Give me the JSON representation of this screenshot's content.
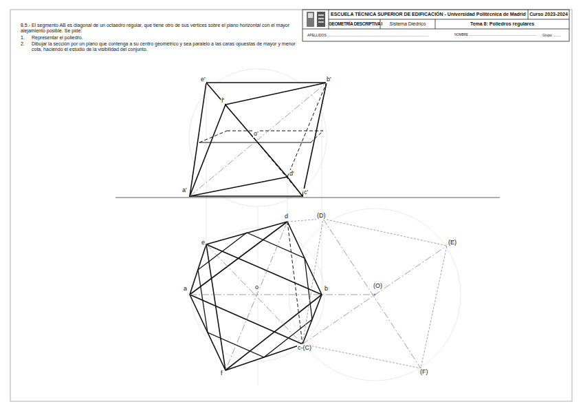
{
  "diagram": {
    "labels": [
      "8.5.- El segmento AB es diagonal de un octaedro regular, que tiene otro de sus vértices sobre el plano horizontal con el mayor alejamiento posible. Se pide:",
      "1.",
      "Representar el poliedro.",
      "2.",
      "Dibujar la sección por un plano que contenga a su centro geométrico y sea paralelo a las caras opuestas de mayor y menor cota, haciendo el estudio de la visibilidad del conjunto.",
      "ESCUELA TÉCNICA SUPERIOR DE EDIFICACIÓN - Universidad Politécnica de Madrid",
      "Curso 2023-2024",
      "GEOMETRÍA DESCRIPTIVA I",
      "Sistema Diédrico",
      "Tema 8: Poliedros regulares",
      "APELLIDOS ..........................................................................................................",
      "NOMBRE ...............................................................................",
      "Grupo ........",
      "e'",
      "b'",
      "f'",
      "o'",
      "d'",
      "a'",
      "c'",
      "d",
      "e",
      "(D)",
      "(E)",
      "a",
      "o",
      "b",
      "(O)",
      "c-(C)",
      "f",
      "(F)"
    ]
  }
}
